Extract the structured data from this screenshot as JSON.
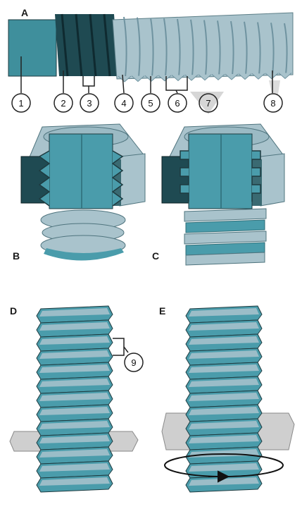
{
  "panel_letters": {
    "a": "A",
    "b": "B",
    "c": "C",
    "d": "D",
    "e": "E"
  },
  "callouts": [
    "1",
    "2",
    "3",
    "4",
    "5",
    "6",
    "7",
    "8",
    "9"
  ],
  "colors": {
    "plain_rod": "#3f8f9c",
    "dark_thread": "#1f4a52",
    "light_thread": "#a9c3cc",
    "teal": "#4a9cab",
    "nut_grey": "#cfcfcf",
    "light_grey": "#b7b7b7",
    "outline": "#1a1a1a"
  }
}
